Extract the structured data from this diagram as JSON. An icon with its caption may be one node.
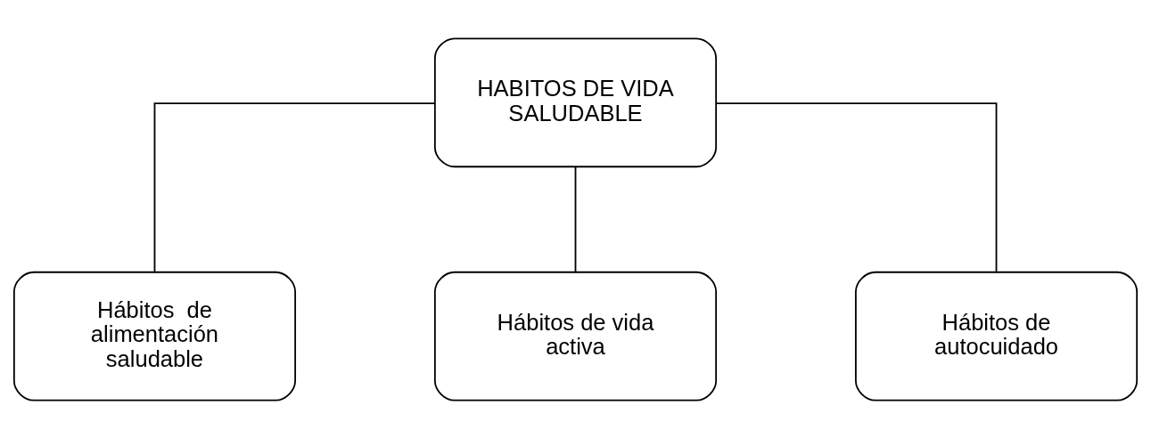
{
  "diagram": {
    "nodes": [
      {
        "text": [
          "HABITOS DE VIDA SALUDABLE"
        ]
      },
      {
        "text": [
          "Hábitos  de alimentación saludable"
        ]
      },
      {
        "text": [
          "Hábitos de vida activa"
        ]
      },
      {
        "text": [
          "Hábitos de autocuidado"
        ]
      }
    ],
    "edges": [
      {
        "from": 0,
        "to": 1,
        "arrow": "none"
      },
      {
        "from": 0,
        "to": 2,
        "arrow": "none"
      },
      {
        "from": 0,
        "to": 3,
        "arrow": "none"
      }
    ]
  }
}
